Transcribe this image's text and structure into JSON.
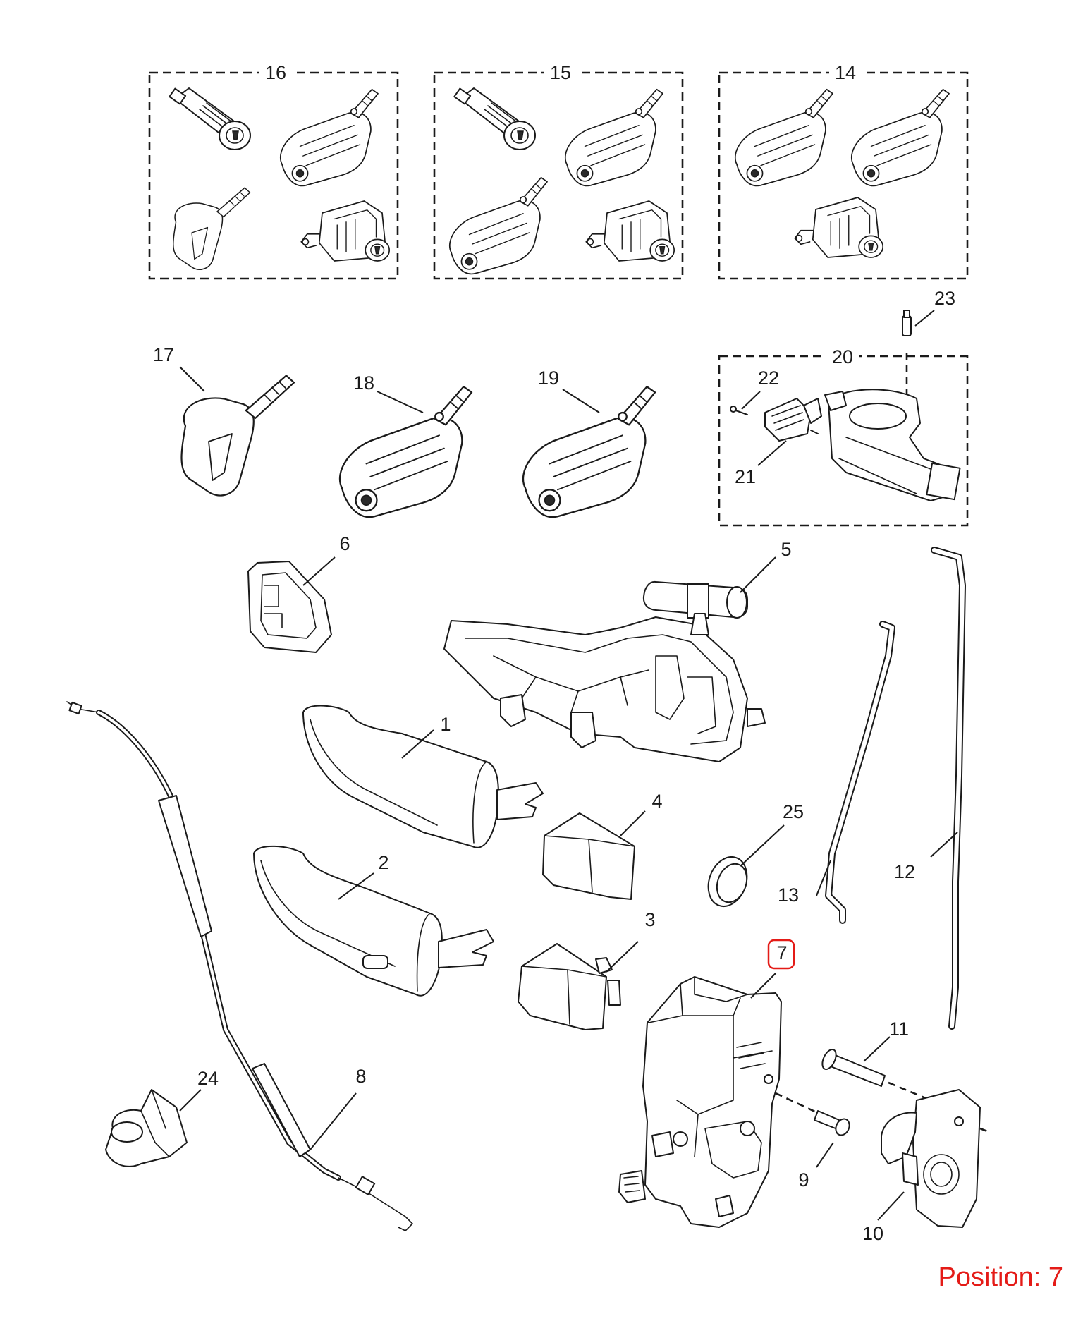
{
  "diagram": {
    "callouts": {
      "c1": "1",
      "c2": "2",
      "c3": "3",
      "c4": "4",
      "c5": "5",
      "c6": "6",
      "c7": "7",
      "c8": "8",
      "c9": "9",
      "c10": "10",
      "c11": "11",
      "c12": "12",
      "c13": "13",
      "c14": "14",
      "c15": "15",
      "c16": "16",
      "c17": "17",
      "c18": "18",
      "c19": "19",
      "c20": "20",
      "c21": "21",
      "c22": "22",
      "c23": "23",
      "c24": "24",
      "c25": "25"
    },
    "highlighted_callout": "7",
    "highlight_color": "#e41b17"
  },
  "position": {
    "label": "Position: 7",
    "color": "#e41b17"
  }
}
